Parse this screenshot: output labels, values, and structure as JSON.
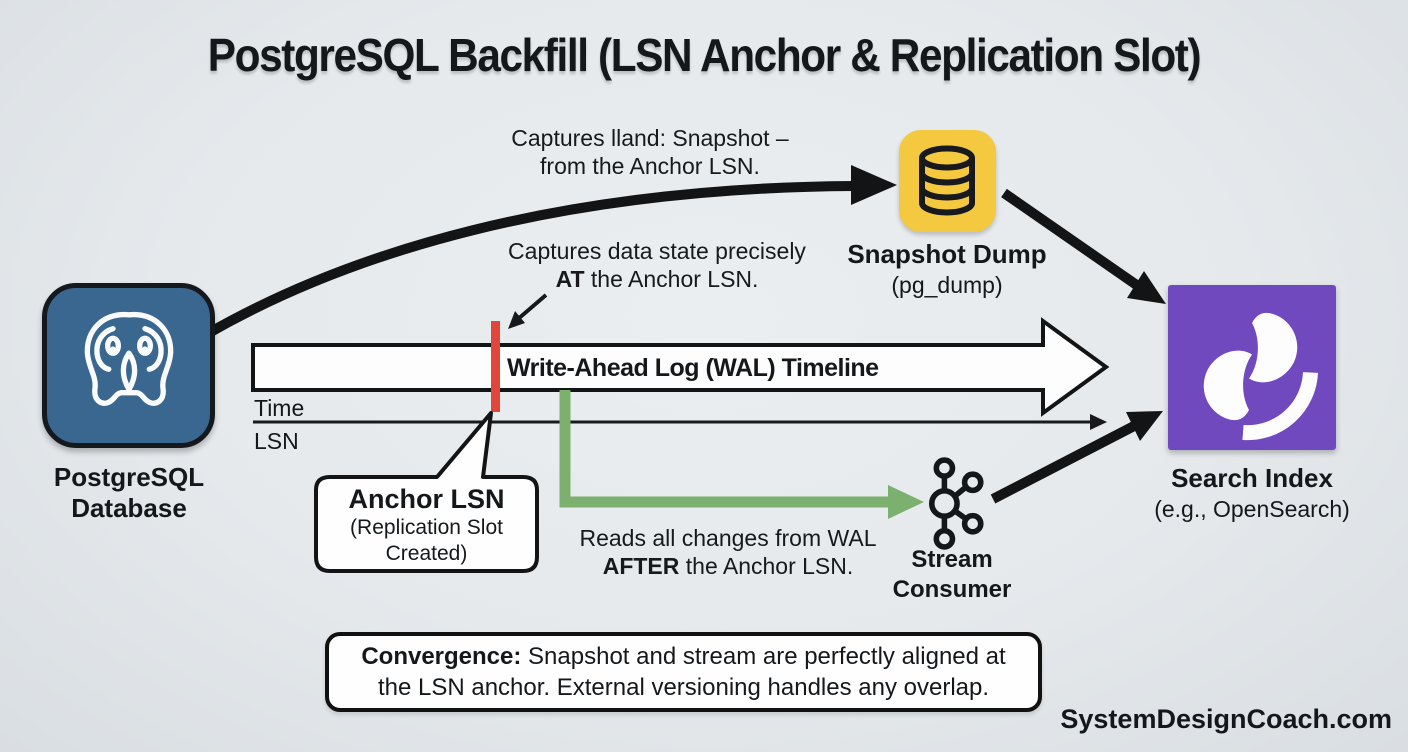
{
  "title": "PostgreSQL Backfill (LSN Anchor & Replication Slot)",
  "colors": {
    "background": "#E5E9EC",
    "postgres_blue": "#3A678F",
    "snapshot_yellow": "#F4C940",
    "search_purple": "#7149BE",
    "anchor_red": "#E2453A",
    "stream_green": "#7CB06F",
    "ink": "#15181B"
  },
  "nodes": {
    "postgres": {
      "icon": "postgresql-elephant-icon",
      "label_line1": "PostgreSQL",
      "label_line2": "Database"
    },
    "snapshot": {
      "icon": "database-cylinder-icon",
      "label_line1": "Snapshot Dump",
      "label_line2": "(pg_dump)"
    },
    "search": {
      "icon": "opensearch-icon",
      "label_line1": "Search Index",
      "label_line2": "(e.g., OpenSearch)"
    },
    "stream": {
      "icon": "kafka-stream-icon",
      "label_line1": "Stream",
      "label_line2": "Consumer"
    }
  },
  "timeline": {
    "wal_label": "Write-Ahead Log (WAL) Timeline",
    "time_label": "Time",
    "lsn_label": "LSN"
  },
  "annotations": {
    "snapshot_arrow": {
      "line1": "Captures lland: Snapshot –",
      "line2": "from the Anchor LSN."
    },
    "anchor_note": {
      "line1": "Captures data state precisely",
      "line2_bold": "AT",
      "line2_rest": " the Anchor LSN."
    },
    "anchor_callout": {
      "title": "Anchor LSN",
      "sub_line1": "(Replication Slot",
      "sub_line2": "Created)"
    },
    "stream_note": {
      "line1": "Reads all changes from WAL",
      "line2_bold": "AFTER",
      "line2_rest": " the Anchor LSN."
    },
    "convergence": {
      "bold": "Convergence:",
      "line1_rest": " Snapshot and stream are perfectly aligned at",
      "line2": "the LSN anchor. External versioning handles any overlap."
    }
  },
  "watermark": "SystemDesignCoach.com"
}
